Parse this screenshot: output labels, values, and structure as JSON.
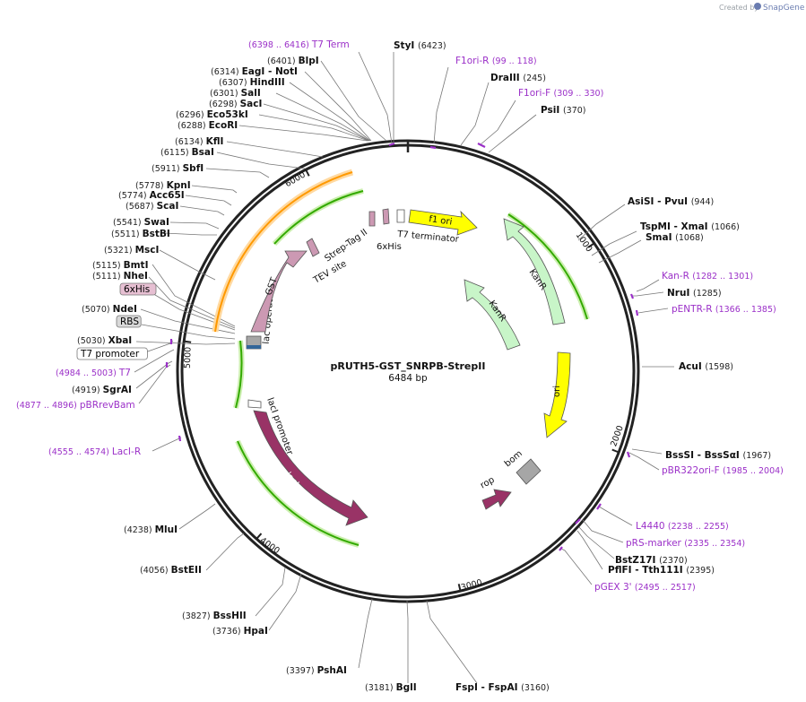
{
  "credit": {
    "prefix": "Created by",
    "brand": "SnapGene"
  },
  "map": {
    "name": "pRUTH5-GST_SNRPB-StrepII",
    "length_label": "6484 bp",
    "length": 6484,
    "tick_labels": [
      "1000",
      "2000",
      "3000",
      "4000",
      "5000",
      "6000"
    ]
  },
  "colors": {
    "primer": "#9b30c8",
    "backbone": "#222222",
    "f1_ori": "#ffff00",
    "ori": "#ffff00",
    "kanr": "#c8f5c8",
    "laci": "#993366",
    "gst": "#cc99b3",
    "rop": "#993366",
    "bom": "#a6a6a6",
    "tag": "#cc99b3",
    "lac_operator": "#a6a6a6",
    "orf_green": "#33aa00",
    "orf_orange": "#ff9900"
  },
  "labels": [
    {
      "id": "styi",
      "type": "enzyme",
      "name": "StyI",
      "pos": "(6423)"
    },
    {
      "id": "draiii",
      "type": "enzyme",
      "name": "DraIII",
      "pos": "(245)"
    },
    {
      "id": "psii",
      "type": "enzyme",
      "name": "PsiI",
      "pos": "(370)"
    },
    {
      "id": "asisi",
      "type": "enzyme",
      "name": "AsiSI  - PvuI",
      "pos": "(944)"
    },
    {
      "id": "tspmi",
      "type": "enzyme",
      "name": "TspMI  - XmaI",
      "pos": "(1066)"
    },
    {
      "id": "smai",
      "type": "enzyme",
      "name": "SmaI",
      "pos": "(1068)"
    },
    {
      "id": "nrui",
      "type": "enzyme",
      "name": "NruI",
      "pos": "(1285)"
    },
    {
      "id": "acui",
      "type": "enzyme",
      "name": "AcuI",
      "pos": "(1598)"
    },
    {
      "id": "bsssi",
      "type": "enzyme",
      "name": "BssSI  - BssSαI",
      "pos": "(1967)"
    },
    {
      "id": "bstz17i",
      "type": "enzyme",
      "name": "BstZ17I",
      "pos": "(2370)"
    },
    {
      "id": "pflfi",
      "type": "enzyme",
      "name": "PflFI  - Tth111I",
      "pos": "(2395)"
    },
    {
      "id": "fspi",
      "type": "enzyme",
      "name": "FspI  - FspAI",
      "pos": "(3160)"
    },
    {
      "id": "bgli",
      "type": "enzyme",
      "name": "BglI",
      "pos": "(3181)"
    },
    {
      "id": "pshai",
      "type": "enzyme",
      "name": "PshAI",
      "pos": "(3397)"
    },
    {
      "id": "hpai",
      "type": "enzyme",
      "name": "HpaI",
      "pos": "(3736)"
    },
    {
      "id": "bsshii",
      "type": "enzyme",
      "name": "BssHII",
      "pos": "(3827)"
    },
    {
      "id": "bsteii",
      "type": "enzyme",
      "name": "BstEII",
      "pos": "(4056)"
    },
    {
      "id": "mlui",
      "type": "enzyme",
      "name": "MluI",
      "pos": "(4238)"
    },
    {
      "id": "sgrai",
      "type": "enzyme",
      "name": "SgrAI",
      "pos": "(4919)"
    },
    {
      "id": "xbai",
      "type": "enzyme",
      "name": "XbaI",
      "pos": "(5030)"
    },
    {
      "id": "ndei",
      "type": "enzyme",
      "name": "NdeI",
      "pos": "(5070)"
    },
    {
      "id": "nhei",
      "type": "enzyme",
      "name": "NheI",
      "pos": "(5111)"
    },
    {
      "id": "bmti",
      "type": "enzyme",
      "name": "BmtI",
      "pos": "(5115)"
    },
    {
      "id": "msci",
      "type": "enzyme",
      "name": "MscI",
      "pos": "(5321)"
    },
    {
      "id": "bstbi",
      "type": "enzyme",
      "name": "BstBI",
      "pos": "(5511)"
    },
    {
      "id": "swai",
      "type": "enzyme",
      "name": "SwaI",
      "pos": "(5541)"
    },
    {
      "id": "scai",
      "type": "enzyme",
      "name": "ScaI",
      "pos": "(5687)"
    },
    {
      "id": "acc65i",
      "type": "enzyme",
      "name": "Acc65I",
      "pos": "(5774)"
    },
    {
      "id": "kpni",
      "type": "enzyme",
      "name": "KpnI",
      "pos": "(5778)"
    },
    {
      "id": "sbfi",
      "type": "enzyme",
      "name": "SbfI",
      "pos": "(5911)"
    },
    {
      "id": "bsai",
      "type": "enzyme",
      "name": "BsaI",
      "pos": "(6115)"
    },
    {
      "id": "kfli",
      "type": "enzyme",
      "name": "KflI",
      "pos": "(6134)"
    },
    {
      "id": "ecori",
      "type": "enzyme",
      "name": "EcoRI",
      "pos": "(6288)"
    },
    {
      "id": "eco53ki",
      "type": "enzyme",
      "name": "Eco53kI",
      "pos": "(6296)"
    },
    {
      "id": "saci",
      "type": "enzyme",
      "name": "SacI",
      "pos": "(6298)"
    },
    {
      "id": "sali",
      "type": "enzyme",
      "name": "SalI",
      "pos": "(6301)"
    },
    {
      "id": "hindiii",
      "type": "enzyme",
      "name": "HindIII",
      "pos": "(6307)"
    },
    {
      "id": "eagi",
      "type": "enzyme",
      "name": "EagI  - NotI",
      "pos": "(6314)"
    },
    {
      "id": "blpi",
      "type": "enzyme",
      "name": "BlpI",
      "pos": "(6401)"
    },
    {
      "id": "t7term",
      "type": "primer",
      "name": "T7 Term",
      "pos": "(6398 .. 6416)"
    },
    {
      "id": "f1ori_r",
      "type": "primer",
      "name": "F1ori-R",
      "pos": "(99 .. 118)"
    },
    {
      "id": "f1ori_f",
      "type": "primer",
      "name": "F1ori-F",
      "pos": "(309 .. 330)"
    },
    {
      "id": "kan_r",
      "type": "primer",
      "name": "Kan-R",
      "pos": "(1282 .. 1301)"
    },
    {
      "id": "pentr_r",
      "type": "primer",
      "name": "pENTR-R",
      "pos": "(1366 .. 1385)"
    },
    {
      "id": "pbr322ori_f",
      "type": "primer",
      "name": "pBR322ori-F",
      "pos": "(1985 .. 2004)"
    },
    {
      "id": "l4440",
      "type": "primer",
      "name": "L4440",
      "pos": "(2238 .. 2255)"
    },
    {
      "id": "prs_marker",
      "type": "primer",
      "name": "pRS-marker",
      "pos": "(2335 .. 2354)"
    },
    {
      "id": "pgex3",
      "type": "primer",
      "name": "pGEX 3'",
      "pos": "(2495 .. 2517)"
    },
    {
      "id": "laci_r",
      "type": "primer",
      "name": "LacI-R",
      "pos": "(4555 .. 4574)"
    },
    {
      "id": "pbrrevbam",
      "type": "primer",
      "name": "pBRrevBam",
      "pos": "(4877 .. 4896)"
    },
    {
      "id": "t7",
      "type": "primer",
      "name": "T7",
      "pos": "(4984 .. 5003)"
    },
    {
      "id": "sixhis_box",
      "type": "boxed",
      "name": "6xHis",
      "pos": ""
    },
    {
      "id": "rbs_box",
      "type": "boxed",
      "name": "RBS",
      "pos": ""
    },
    {
      "id": "t7prom_box",
      "type": "boxed",
      "name": "T7 promoter",
      "pos": ""
    }
  ],
  "features": [
    {
      "id": "f1ori",
      "name": "f1 ori"
    },
    {
      "id": "kanr_outer",
      "name": "KanR"
    },
    {
      "id": "kanr_inner",
      "name": "KanR"
    },
    {
      "id": "ori",
      "name": "ori"
    },
    {
      "id": "bom",
      "name": "bom"
    },
    {
      "id": "rop",
      "name": "rop"
    },
    {
      "id": "laci",
      "name": "lacI"
    },
    {
      "id": "laci_promoter",
      "name": "lacI promoter"
    },
    {
      "id": "lac_operator",
      "name": "lac operator"
    },
    {
      "id": "gst",
      "name": "GST"
    },
    {
      "id": "tev",
      "name": "TEV site"
    },
    {
      "id": "strep",
      "name": "Strep-Tag II"
    },
    {
      "id": "his",
      "name": "6xHis"
    },
    {
      "id": "t7term_feat",
      "name": "T7 terminator"
    }
  ]
}
